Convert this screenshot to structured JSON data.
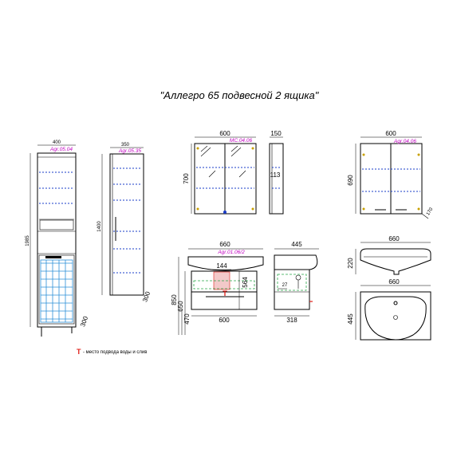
{
  "title": "\"Аллегро 65 подвесной 2 ящика\"",
  "tall_cabinet_1": {
    "code": "Agr.05.04",
    "width": "400",
    "height": "1985",
    "depth": "300"
  },
  "tall_cabinet_2": {
    "code": "Agr.05.35",
    "width": "350",
    "height": "1400",
    "depth": "300"
  },
  "mirror_cabinet": {
    "code": "MC.04.06",
    "width": "600",
    "height": "700",
    "depth": "150",
    "shelf": "113"
  },
  "wall_cabinet": {
    "code": "Agr.04.06",
    "width": "600",
    "height": "690",
    "depth": "170"
  },
  "vanity": {
    "code": "Agr.01.06/2",
    "top_width": "660",
    "body_width": "600",
    "h850": "850",
    "h650": "650",
    "h470": "470",
    "h564": "564",
    "hole": "144",
    "depth": "445",
    "depth_body": "318",
    "offset": "27",
    "legend_mark": "Т",
    "legend_text": "- место подвода воды и слив"
  },
  "basin_side": {
    "width": "660",
    "height": "220"
  },
  "basin_top": {
    "width": "660",
    "depth": "445"
  },
  "colors": {
    "magenta": "#c000c0",
    "red": "#e0201a",
    "blue": "#1a3cc8",
    "green": "#2aa84a",
    "cyan": "#2a8fd8"
  }
}
